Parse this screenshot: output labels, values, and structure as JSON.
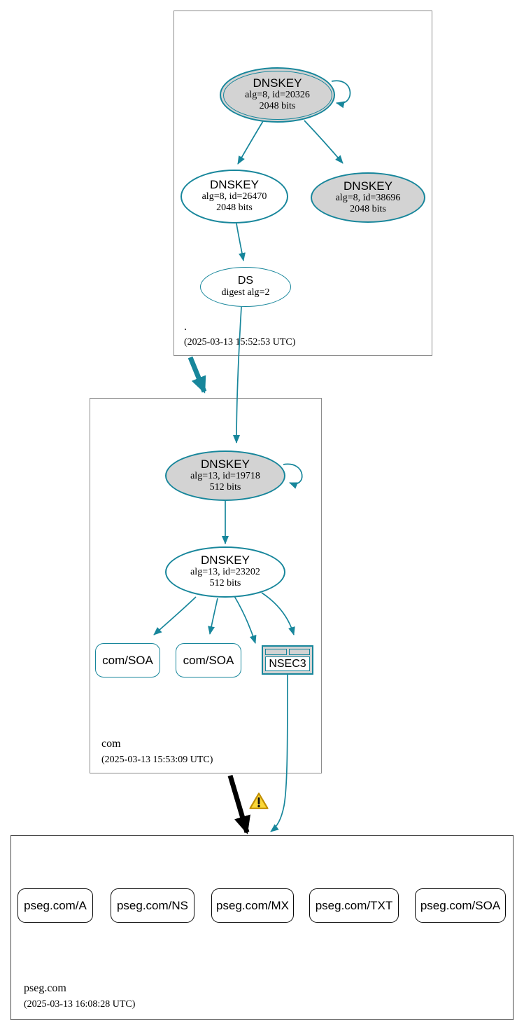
{
  "colors": {
    "secure_teal": "#17869b",
    "node_fill_gray": "#d3d3d3",
    "node_fill_white": "#ffffff",
    "bogus_black": "#000000",
    "zone_box_border": "#8c8c8c",
    "warning_fill": "#fbd838",
    "warning_border": "#c28f00"
  },
  "zones": {
    "root": {
      "label": ".",
      "timestamp": "(2025-03-13 15:52:53 UTC)",
      "ksk": {
        "title": "DNSKEY",
        "detail": "alg=8, id=20326",
        "size": "2048 bits"
      },
      "zsk": {
        "title": "DNSKEY",
        "detail": "alg=8, id=26470",
        "size": "2048 bits"
      },
      "key2": {
        "title": "DNSKEY",
        "detail": "alg=8, id=38696",
        "size": "2048 bits"
      },
      "ds": {
        "title": "DS",
        "detail": "digest alg=2"
      }
    },
    "com": {
      "label": "com",
      "timestamp": "(2025-03-13 15:53:09 UTC)",
      "ksk": {
        "title": "DNSKEY",
        "detail": "alg=13, id=19718",
        "size": "512 bits"
      },
      "zsk": {
        "title": "DNSKEY",
        "detail": "alg=13, id=23202",
        "size": "512 bits"
      },
      "rrsets": [
        {
          "label": "com/SOA"
        },
        {
          "label": "com/SOA"
        }
      ],
      "nsec3_label": "NSEC3"
    },
    "pseg_com": {
      "label": "pseg.com",
      "timestamp": "(2025-03-13 16:08:28 UTC)",
      "rrsets": [
        {
          "label": "pseg.com/A"
        },
        {
          "label": "pseg.com/NS"
        },
        {
          "label": "pseg.com/MX"
        },
        {
          "label": "pseg.com/TXT"
        },
        {
          "label": "pseg.com/SOA"
        }
      ]
    }
  },
  "edges": [
    {
      "from": "root DNSKEY id=20326",
      "to": "root DNSKEY id=20326",
      "type": "self-signature",
      "color": "teal"
    },
    {
      "from": "root DNSKEY id=20326",
      "to": "root DNSKEY id=26470",
      "type": "signature",
      "color": "teal"
    },
    {
      "from": "root DNSKEY id=20326",
      "to": "root DNSKEY id=38696",
      "type": "signature",
      "color": "teal"
    },
    {
      "from": "root DNSKEY id=26470",
      "to": "DS digest alg=2",
      "type": "signature",
      "color": "teal"
    },
    {
      "from": "DS digest alg=2",
      "to": "com DNSKEY id=19718",
      "type": "delegation-link",
      "color": "teal"
    },
    {
      "from": "zone .",
      "to": "zone com",
      "type": "secure-delegation",
      "color": "teal",
      "thick": true
    },
    {
      "from": "com DNSKEY id=19718",
      "to": "com DNSKEY id=19718",
      "type": "self-signature",
      "color": "teal"
    },
    {
      "from": "com DNSKEY id=19718",
      "to": "com DNSKEY id=23202",
      "type": "signature",
      "color": "teal"
    },
    {
      "from": "com DNSKEY id=23202",
      "to": "com/SOA (1)",
      "type": "signature",
      "color": "teal"
    },
    {
      "from": "com DNSKEY id=23202",
      "to": "com/SOA (2)",
      "type": "signature",
      "color": "teal"
    },
    {
      "from": "com DNSKEY id=23202",
      "to": "NSEC3",
      "type": "signature",
      "color": "teal"
    },
    {
      "from": "com DNSKEY id=23202",
      "to": "NSEC3",
      "type": "signature",
      "color": "teal"
    },
    {
      "from": "NSEC3",
      "to": "zone pseg.com",
      "type": "nsec3-proof",
      "color": "teal"
    },
    {
      "from": "zone com",
      "to": "zone pseg.com",
      "type": "insecure-delegation",
      "color": "black",
      "thick": true,
      "warning": true
    }
  ]
}
